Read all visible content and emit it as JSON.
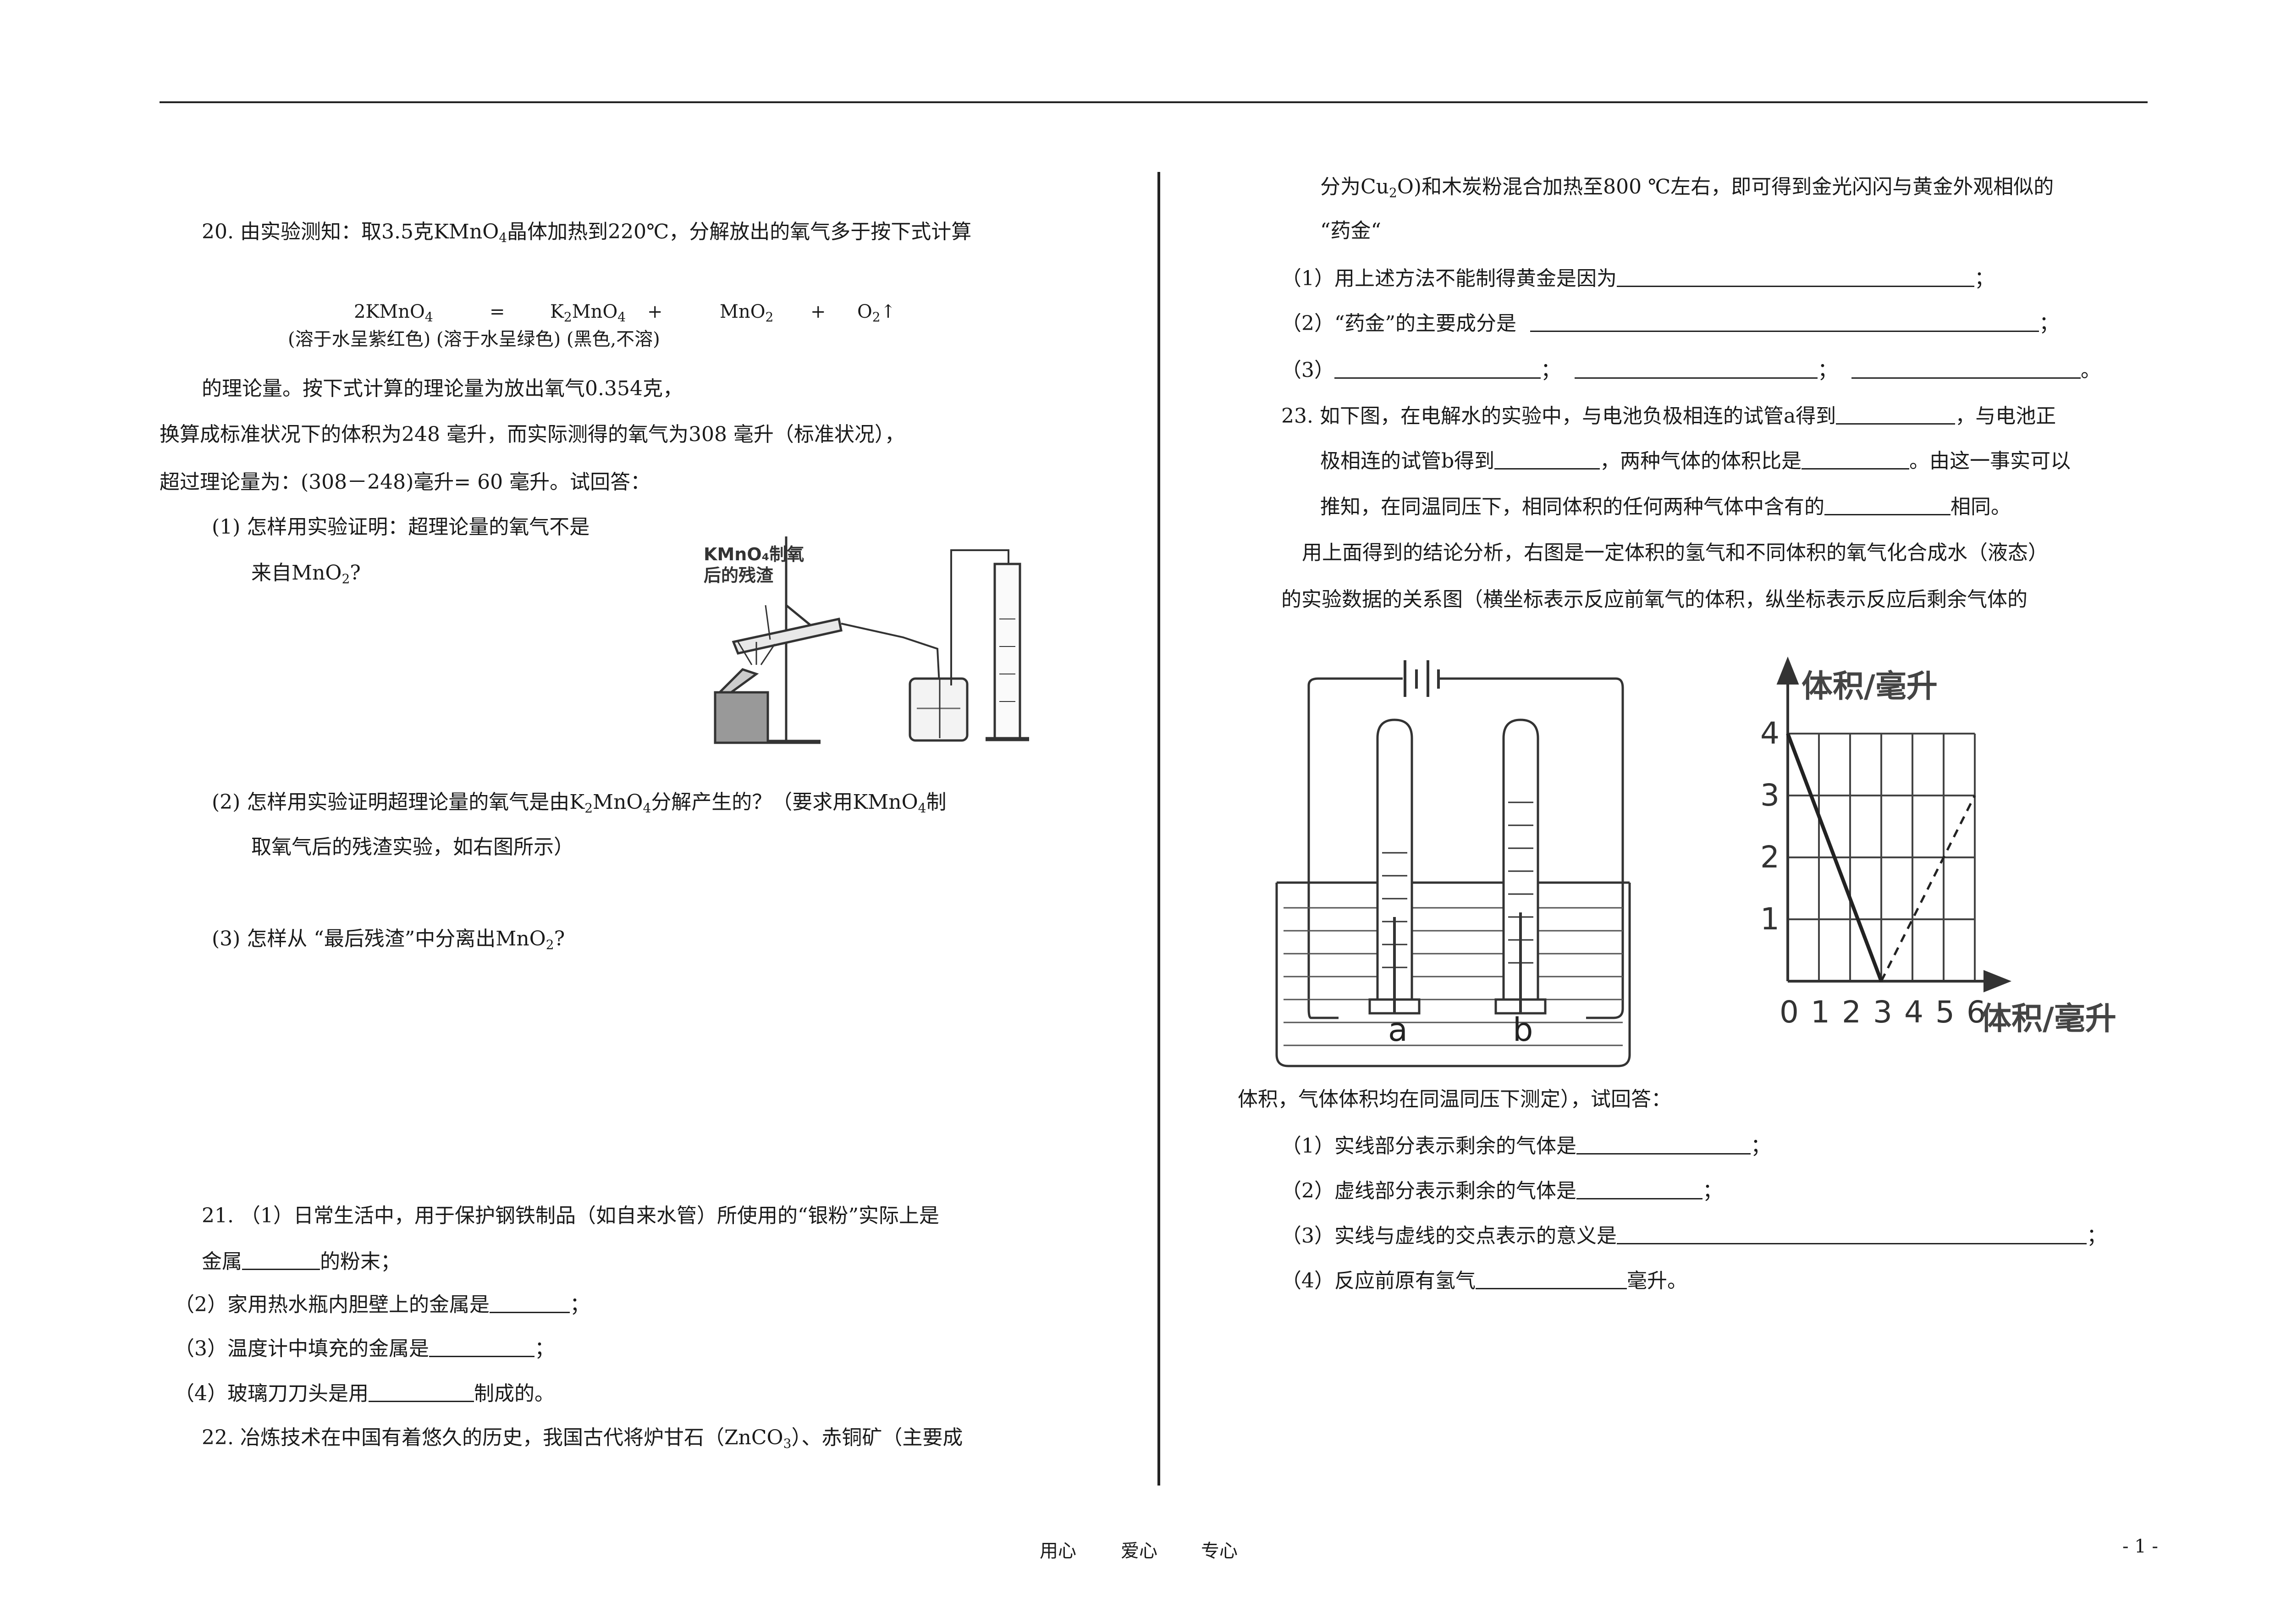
{
  "page": {
    "page_number": "- 1 -"
  },
  "footer": {
    "items": [
      "用心",
      "爱心",
      "专心"
    ]
  },
  "q20": {
    "intro": "20. 由实验测知：取3.5克",
    "intro_mid": "晶体加热到220℃，分解放出的氧气多于按下式计算",
    "kmno4": "KMnO",
    "sub4": "4",
    "eq_left": "2KMnO",
    "eq_eq": "=",
    "eq_k2": "K",
    "eq_k2_sub": "2",
    "eq_mno4": "MnO",
    "eq_plus": "+",
    "eq_mno2": "MnO",
    "eq_sub2": "2",
    "eq_o2": "O",
    "eq_arrow": "↑",
    "notes": "(溶于水呈紫红色) (溶于水呈绿色) (黑色,不溶)",
    "line2": "的理论量。按下式计算的理论量为放出氧气0.354克，",
    "line3": "换算成标准状况下的体积为248 毫升，而实际测得的氧气为308 毫升（标准状况），",
    "line4": "超过理论量为：(308－248)毫升= 60 毫升。试回答：",
    "sub1_a": "(1) 怎样用实验证明：超理论量的氧气不是",
    "sub1_b": "来自MnO",
    "sub1_b_end": "?",
    "fig_label_1": "KMnO₄制氧",
    "fig_label_2": "后的残渣",
    "sub2_a": "(2) 怎样用实验证明超理论量的氧气是由K",
    "sub2_a_mid": "MnO",
    "sub2_a_end": "分解产生的？（要求用KMnO",
    "sub2_a_end2": "制",
    "sub2_b": "取氧气后的残渣实验，如右图所示）",
    "sub3": "(3) 怎样从 “最后残渣”中分离出MnO",
    "sub3_end": "?"
  },
  "q21": {
    "l1": "21. （1）日常生活中，用于保护钢铁制品（如自来水管）所使用的“银粉”实际上是",
    "l2a": "金属",
    "l2b": "的粉末；",
    "l3a": "（2）家用热水瓶内胆壁上的金属是",
    "l3b": "；",
    "l4a": "（3）温度计中填充的金属是",
    "l4b": "；",
    "l5a": "（4）玻璃刀刀头是用",
    "l5b": "制成的。"
  },
  "q22": {
    "l1a": "22. 冶炼技术在中国有着悠久的历史，我国古代将炉甘石（ZnCO",
    "l1_sub": "3",
    "l1b": "）、赤铜矿（主要成",
    "l2a": "分为Cu",
    "l2_sub": "2",
    "l2b": "O)和木炭粉混合加热至800 ℃左右，即可得到金光闪闪与黄金外观相似的",
    "l3": "“药金“",
    "p1a": "（1）用上述方法不能制得黄金是因为",
    "p1b": "；",
    "p2a": "（2）“药金”的主要成分是",
    "p2b": "；",
    "p3a": "（3）",
    "p3b": "；",
    "p3c": "；",
    "p3d": "。"
  },
  "q23": {
    "l1a": "23. 如下图，在电解水的实验中，与电池负极相连的试管a得到",
    "l1b": "，与电池正",
    "l2a": "极相连的试管b得到",
    "l2b": "，两种气体的体积比是",
    "l2c": "。由这一事实可以",
    "l3a": "推知，在同温同压下，相同体积的任何两种气体中含有的",
    "l3b": "相同。",
    "l4": "用上面得到的结论分析，右图是一定体积的氢气和不同体积的氧气化合成水（液态）",
    "l5": "的实验数据的关系图（横坐标表示反应前氧气的体积，纵坐标表示反应后剩余气体的",
    "l6": "体积，气体体积均在同温同压下测定），试回答：",
    "p1a": "（1）实线部分表示剩余的气体是",
    "p1b": "；",
    "p2a": "（2）虚线部分表示剩余的气体是",
    "p2b": "；",
    "p3a": "（3）实线与虚线的交点表示的意义是",
    "p3b": "；",
    "p4a": "（4）反应前原有氢气",
    "p4b": "毫升。",
    "tube_a": "a",
    "tube_b": "b"
  },
  "chart_data": {
    "type": "line",
    "title": "",
    "ylabel": "体积/毫升",
    "xlabel": "体积/毫升",
    "xlim": [
      0,
      6
    ],
    "ylim": [
      0,
      4
    ],
    "x_ticks": [
      "0",
      "1",
      "2",
      "3",
      "4",
      "5",
      "6"
    ],
    "y_ticks": [
      "1",
      "2",
      "3",
      "4"
    ],
    "grid": true,
    "series": [
      {
        "style": "solid",
        "points": [
          [
            0,
            4
          ],
          [
            3,
            0
          ]
        ]
      },
      {
        "style": "dashed",
        "points": [
          [
            3,
            0
          ],
          [
            6,
            3
          ]
        ]
      }
    ]
  }
}
